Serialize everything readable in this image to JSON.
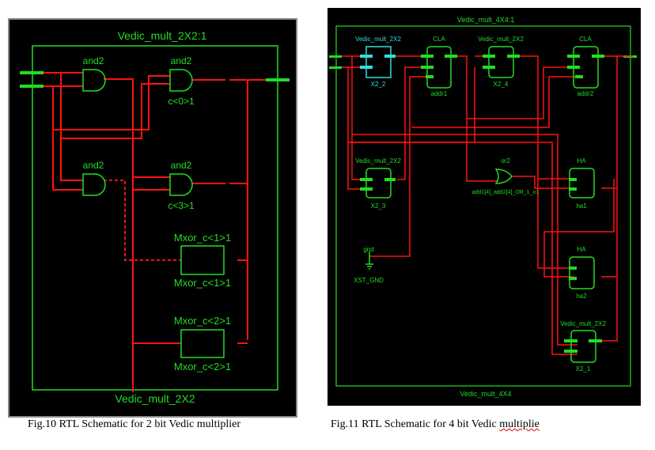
{
  "colors": {
    "background": "#000000",
    "component": "#22dd22",
    "wire": "#ff1111",
    "highlight": "#33dddd"
  },
  "fig10": {
    "top_label": "Vedic_mult_2X2:1",
    "bottom_label": "Vedic_mult_2X2",
    "gates": [
      {
        "type": "and2",
        "instance": ""
      },
      {
        "type": "and2",
        "instance": "c<0>1"
      },
      {
        "type": "and2",
        "instance": ""
      },
      {
        "type": "and2",
        "instance": "c<3>1"
      }
    ],
    "mxor": [
      {
        "top": "Mxor_c<1>1",
        "bottom": "Mxor_c<1>1"
      },
      {
        "top": "Mxor_c<2>1",
        "bottom": "Mxor_c<2>1"
      }
    ],
    "caption": "Fig.10 RTL Schematic for 2 bit Vedic multiplier"
  },
  "fig11": {
    "top_label": "Vedic_mult_4X4:1",
    "bottom_label": "Vedic_mult_4X4",
    "blocks": [
      {
        "type": "Vedic_mult_2X2",
        "instance": "X2_2"
      },
      {
        "type": "CLA",
        "instance": "addr1"
      },
      {
        "type": "Vedic_mult_2X2",
        "instance": "X2_4"
      },
      {
        "type": "CLA",
        "instance": "addr2"
      },
      {
        "type": "Vedic_mult_2X2",
        "instance": "X2_3"
      },
      {
        "type": "or2",
        "instance": "add1[4]_add2[4]_OR_1_o1"
      },
      {
        "type": "HA",
        "instance": "ha1"
      },
      {
        "type": "HA",
        "instance": "ha2"
      },
      {
        "type": "Vedic_mult_2X2",
        "instance": "X2_1"
      }
    ],
    "gnd": {
      "type": "gnd",
      "instance": "XST_GND"
    },
    "caption_main": "Fig.11 RTL Schematic for 4 bit Vedic ",
    "caption_last": "multiplie"
  }
}
